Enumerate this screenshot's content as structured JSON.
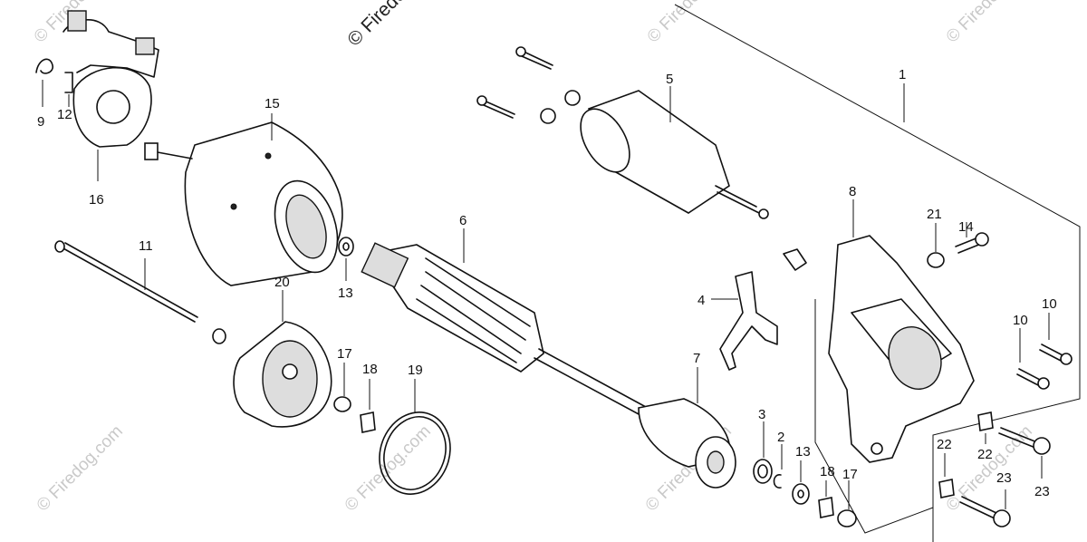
{
  "watermark": {
    "text": "© Firedog.com",
    "text_header": "© Firedog"
  },
  "labels": {
    "n1": "1",
    "n2": "2",
    "n3": "3",
    "n4": "4",
    "n5": "5",
    "n6": "6",
    "n7": "7",
    "n8": "8",
    "n9": "9",
    "n10a": "10",
    "n10b": "10",
    "n11": "11",
    "n12": "12",
    "n13a": "13",
    "n13b": "13",
    "n14": "14",
    "n15": "15",
    "n16": "16",
    "n17a": "17",
    "n17b": "17",
    "n18a": "18",
    "n18b": "18",
    "n19": "19",
    "n20": "20",
    "n21": "21",
    "n22a": "22",
    "n22b": "22",
    "n23a": "23",
    "n23b": "23"
  }
}
